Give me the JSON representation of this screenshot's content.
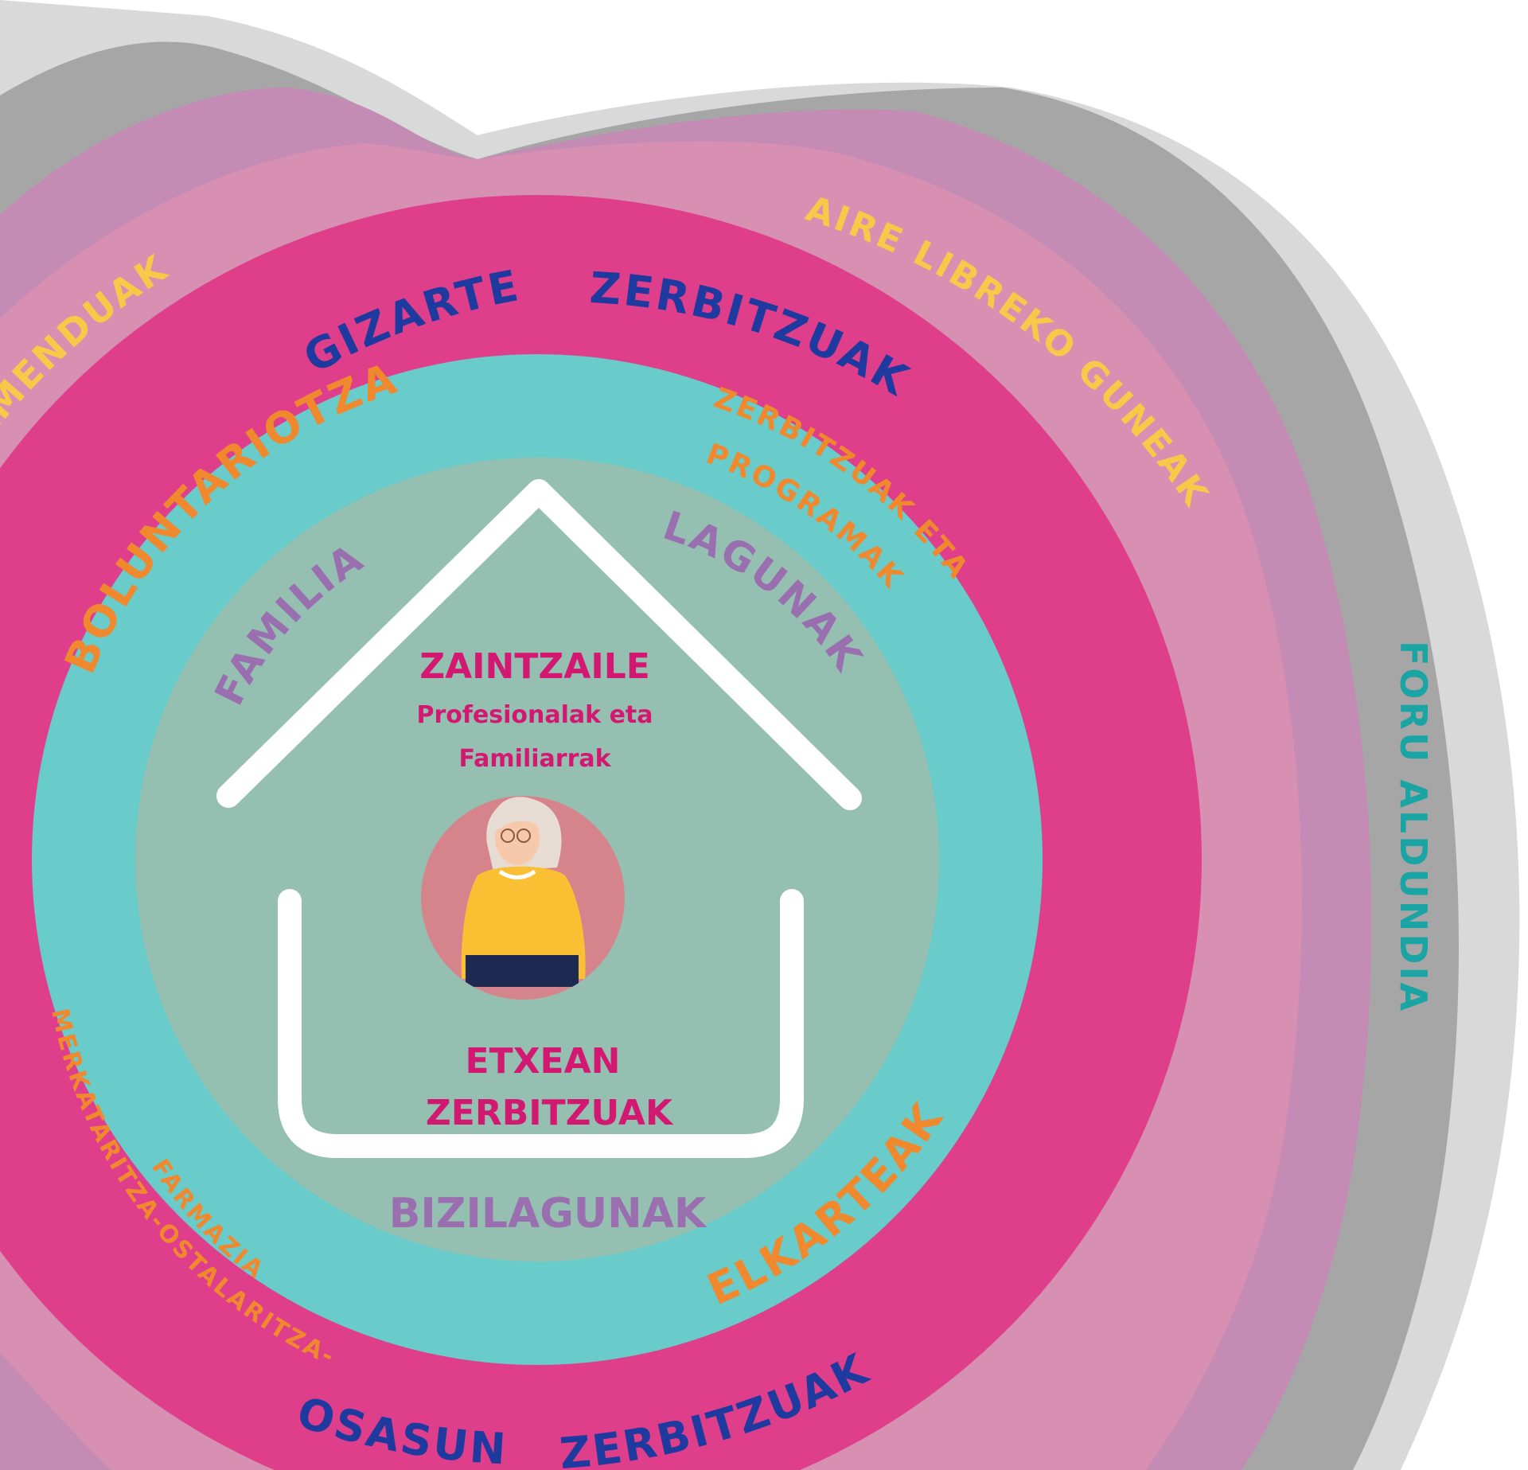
{
  "colors": {
    "outer_light_gray": "#d9d9d9",
    "outer_gray": "#a6a6a6",
    "mauve": "#c48bb5",
    "light_pink": "#d78fb2",
    "magenta": "#df3e8b",
    "turquoise": "#69cbca",
    "sage": "#95c0b1",
    "white": "#ffffff",
    "yellow_label": "#f7c948",
    "orange_label": "#f0892e",
    "navy_label": "#1f3a9e",
    "purple_label": "#9a6fb0",
    "pink_text": "#d31872",
    "teal_label": "#1aa4a3",
    "avatar_bg": "#d6848c",
    "sweater": "#fbbf34",
    "skirt": "#1d2b53",
    "hair": "#e6dcd3",
    "skin": "#f5c9a9"
  },
  "labels": {
    "ingurumenduak": "AMENDUAK",
    "aire_libreko_guneak": "AIRE LIBREKO GUNEAK",
    "foru_aldundia": "FORU ALDUNDIA",
    "gizarte": "GIZARTE",
    "zerbitzuak_top": "ZERBITZUAK",
    "osasun": "OSASUN",
    "zerbitzuak_bottom": "ZERBITZUAK",
    "boluntariotza": "BOLUNTARIOTZA",
    "zerbitzuak_eta": "ZERBITZUAK ETA",
    "programak": "PROGRAMAK",
    "elkarteak": "ELKARTEAK",
    "merkataritza": "MERKATARITZA-OSTALARITZA-",
    "farmazia": "FARMAZIA",
    "familia": "FAMILIA",
    "lagunak": "LAGUNAK",
    "bizilagunak": "BIZILAGUNAK",
    "zaintzaile": "ZAINTZAILE",
    "profesionalak_eta": "Profesionalak eta",
    "familiarrak": "Familiarrak",
    "etxean": "ETXEAN",
    "zerbitzuak_center": "ZERBITZUAK"
  },
  "icons": {
    "house": "house-outline-icon",
    "person": "elderly-woman-avatar-icon"
  }
}
